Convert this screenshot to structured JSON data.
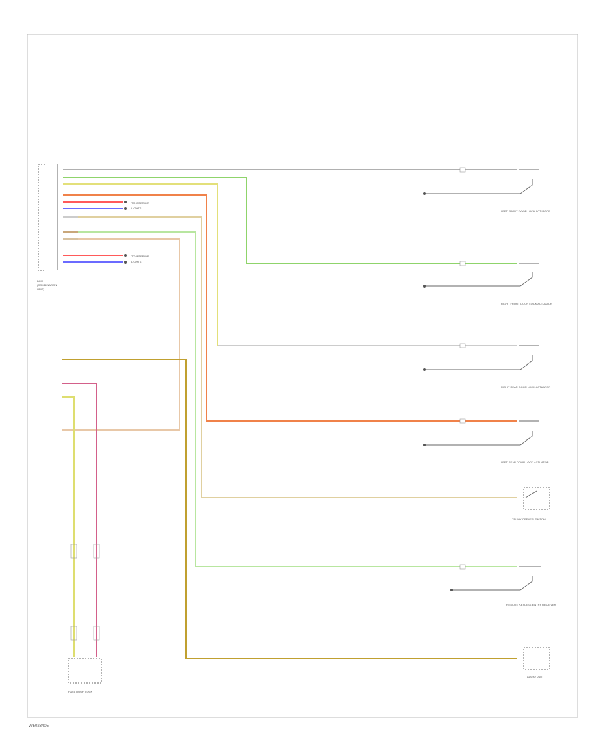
{
  "footer_code": "W5023405",
  "colors": {
    "black_wire": "#b0b0b0",
    "green_wire": "#8fd46b",
    "yellow_wire": "#e3e07a",
    "orange_wire": "#f0824a",
    "red_wire": "#ff5a5a",
    "blue_wire": "#6b6bff",
    "white_wire": "#e6e6e6",
    "brown_wire": "#c9a77a",
    "tan_wire": "#d8c2a0",
    "gold_wire": "#c0a030",
    "purple_wire": "#d3608a",
    "yellowgreen_wire": "#dede70"
  },
  "labels": {
    "bcm_name": "BCM",
    "bcm_line2": "(COMBINATION",
    "bcm_line3": "UNIT)",
    "to_interior": "TO INTERIOR",
    "to_interior_2": "LIGHTS",
    "fuel_door": "FUEL DOOR LOCK"
  },
  "switches": [
    "LEFT FRONT DOOR LOCK ACTUATOR",
    "RIGHT FRONT DOOR LOCK ACTUATOR",
    "RIGHT REAR DOOR LOCK ACTUATOR",
    "LEFT REAR DOOR LOCK ACTUATOR",
    "TRUNK OPENER SWITCH",
    "REMOTE KEYLESS ENTRY RECEIVER",
    "AUDIO UNIT"
  ]
}
